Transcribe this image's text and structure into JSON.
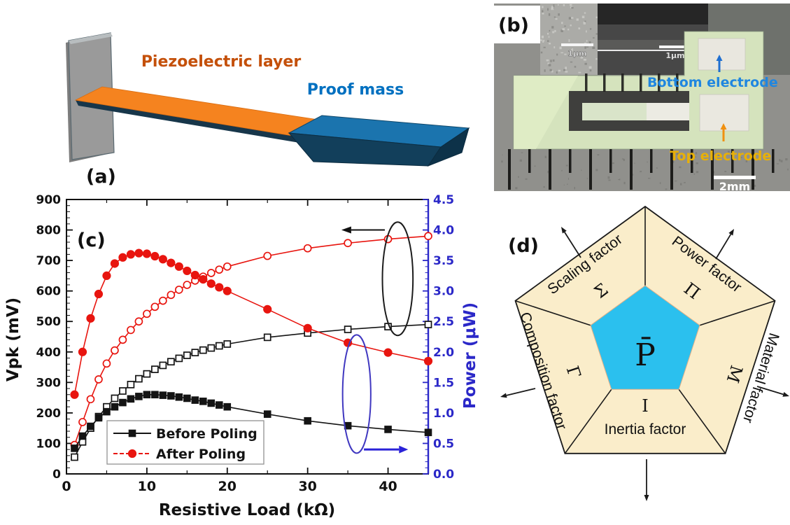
{
  "panels": {
    "a": {
      "tag": "(a)",
      "piezo_label": "Piezoelectric layer",
      "proof_label": "Proof mass",
      "colors": {
        "piezo_text": "#c4500a",
        "proof_text": "#0070c0",
        "beam": "#f5831f",
        "beam_underside": "#17364a",
        "mass_top": "#1b74ae",
        "mass_front": "#123f5b",
        "mass_side": "#0d3249",
        "clamp": "#9a9a9a"
      }
    },
    "b": {
      "tag": "(b)",
      "bottom_electrode_label": "Bottom electrode",
      "top_electrode_label": "Top electrode",
      "scalebar_main": "2mm",
      "scalebar_inset_left": "1μm",
      "scalebar_inset_right": "1μm",
      "colors": {
        "bottom_text": "#1f86e0",
        "top_text": "#e8b008",
        "bottom_arrow": "#1f6fd0",
        "top_arrow": "#f09010",
        "device": "#d5e3bd",
        "background": "#90908c"
      }
    },
    "c": {
      "tag": "(c)"
    },
    "d": {
      "tag": "(d)",
      "center_symbol": "P̄",
      "factors": [
        {
          "name": "Scaling factor",
          "symbol": "Σ"
        },
        {
          "name": "Power factor",
          "symbol": "Π"
        },
        {
          "name": "Material factor",
          "symbol": "M"
        },
        {
          "name": "Inertia factor",
          "symbol": "I"
        },
        {
          "name": "Composition factor",
          "symbol": "Γ"
        }
      ],
      "colors": {
        "outer": "#faedca",
        "inner": "#2bc0ee",
        "line": "#1a1a1a"
      }
    }
  },
  "chart_data": {
    "type": "line",
    "title": "",
    "xlabel": "Resistive Load (kΩ)",
    "ylabel_left": "Vpk (mV)",
    "ylabel_right": "Power (μW)",
    "xlim": [
      0,
      45
    ],
    "xticks": [
      0,
      10,
      20,
      30,
      40
    ],
    "ylim_left": [
      0,
      900
    ],
    "yticks_left": [
      0,
      100,
      200,
      300,
      400,
      500,
      600,
      700,
      800,
      900
    ],
    "ylim_right": [
      0,
      4.5
    ],
    "yticks_right": [
      0.0,
      0.5,
      1.0,
      1.5,
      2.0,
      2.5,
      3.0,
      3.5,
      4.0,
      4.5
    ],
    "frame_color": "#111111",
    "right_axis_color": "#2b28c8",
    "legend": [
      {
        "label": "Before Poling",
        "color": "#141414",
        "marker": "filled-square"
      },
      {
        "label": "After Poling",
        "color": "#e8150f",
        "marker": "filled-circle"
      }
    ],
    "series": [
      {
        "name": "Vpk Before Poling",
        "axis": "left",
        "color": "#141414",
        "marker": "open-square",
        "x": [
          1,
          2,
          3,
          4,
          5,
          6,
          7,
          8,
          9,
          10,
          11,
          12,
          13,
          14,
          15,
          16,
          17,
          18,
          19,
          20,
          25,
          30,
          35,
          40,
          45
        ],
        "y": [
          55,
          105,
          150,
          188,
          220,
          248,
          272,
          293,
          312,
          328,
          343,
          356,
          368,
          379,
          389,
          398,
          406,
          413,
          420,
          426,
          448,
          462,
          474,
          483,
          490
        ]
      },
      {
        "name": "Vpk After Poling",
        "axis": "left",
        "color": "#e8150f",
        "marker": "open-circle",
        "x": [
          1,
          2,
          3,
          4,
          5,
          6,
          7,
          8,
          9,
          10,
          11,
          12,
          13,
          14,
          15,
          16,
          17,
          18,
          19,
          20,
          25,
          30,
          35,
          40,
          45
        ],
        "y": [
          95,
          170,
          245,
          310,
          362,
          405,
          440,
          472,
          500,
          525,
          548,
          568,
          587,
          604,
          620,
          634,
          647,
          659,
          670,
          680,
          715,
          740,
          757,
          770,
          780
        ]
      },
      {
        "name": "Power Before Poling",
        "axis": "right",
        "color": "#141414",
        "marker": "filled-square",
        "x": [
          1,
          2,
          3,
          4,
          5,
          6,
          7,
          8,
          9,
          10,
          11,
          12,
          13,
          14,
          15,
          16,
          17,
          18,
          19,
          20,
          25,
          30,
          35,
          40,
          45
        ],
        "y": [
          0.42,
          0.62,
          0.78,
          0.92,
          1.02,
          1.1,
          1.17,
          1.23,
          1.27,
          1.3,
          1.3,
          1.29,
          1.28,
          1.26,
          1.24,
          1.21,
          1.19,
          1.16,
          1.13,
          1.1,
          0.98,
          0.87,
          0.79,
          0.73,
          0.68
        ]
      },
      {
        "name": "Power After Poling",
        "axis": "right",
        "color": "#e8150f",
        "marker": "filled-circle",
        "x": [
          1,
          2,
          3,
          4,
          5,
          6,
          7,
          8,
          9,
          10,
          11,
          12,
          13,
          14,
          15,
          16,
          17,
          18,
          19,
          20,
          25,
          30,
          35,
          40,
          45
        ],
        "y": [
          1.3,
          2.0,
          2.55,
          2.95,
          3.25,
          3.45,
          3.55,
          3.6,
          3.62,
          3.61,
          3.57,
          3.52,
          3.46,
          3.4,
          3.33,
          3.26,
          3.19,
          3.12,
          3.06,
          3.0,
          2.7,
          2.39,
          2.15,
          1.99,
          1.85
        ]
      }
    ],
    "annotations": {
      "vpk_group_ellipse": {
        "cx_kohm": 41.2,
        "cy_mV": 640,
        "rx_kohm": 1.9,
        "ry_mV": 186,
        "color": "#1c1c1c"
      },
      "vpk_arrow": {
        "y_mV": 800,
        "x_from_kohm": 39.6,
        "x_to_kohm": 34.2,
        "color": "#111111"
      },
      "power_group_ellipse": {
        "cx_kohm": 36.1,
        "cy_uW": 1.31,
        "rx_kohm": 1.75,
        "ry_uW": 0.97,
        "color": "#4038c0"
      },
      "power_arrow": {
        "y_uW": 0.4,
        "x_from_kohm": 37.0,
        "x_to_kohm": 42.5,
        "color": "#2a22d8"
      }
    }
  }
}
